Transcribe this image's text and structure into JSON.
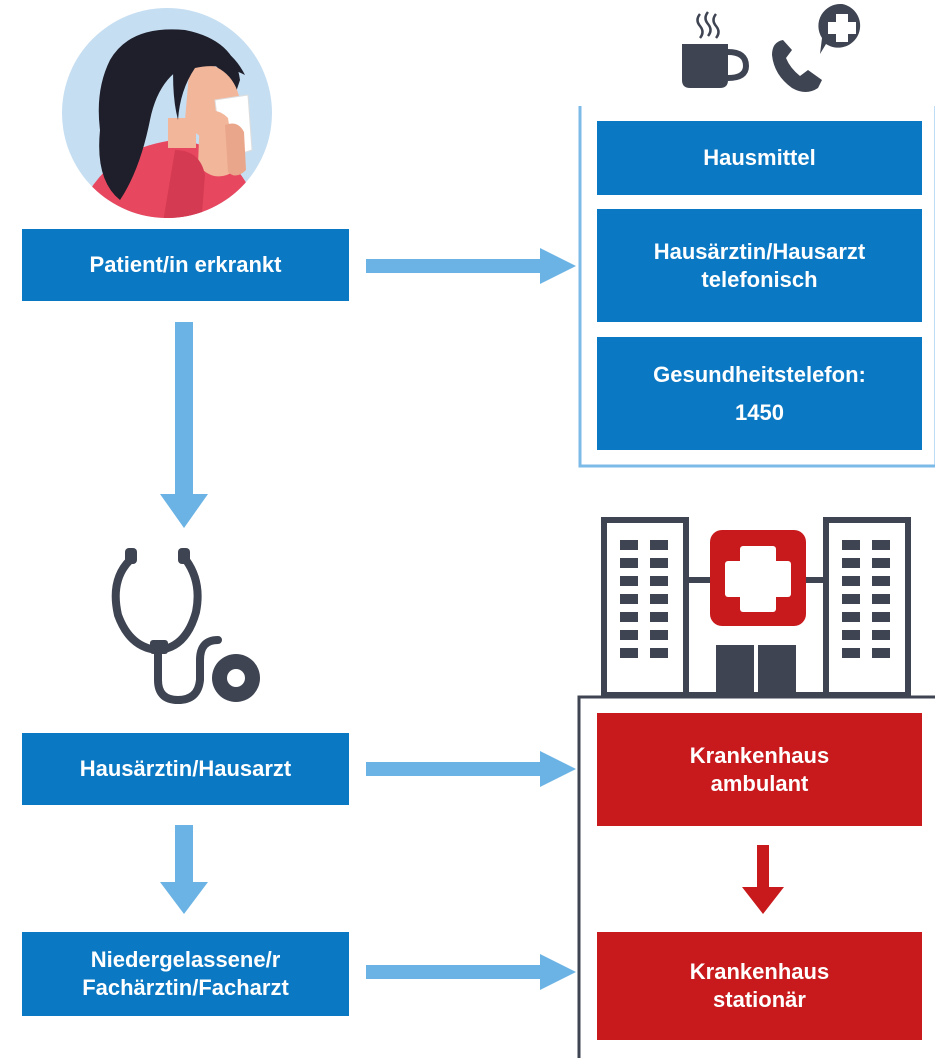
{
  "colors": {
    "box_blue": "#0a78c3",
    "box_red": "#c8191c",
    "arrow_blue": "#6ab3e4",
    "arrow_red": "#c8191c",
    "icon_dark": "#3e4452",
    "frame_blue": "#7cbbe8",
    "frame_dark": "#3e4452",
    "circle_bg": "#c6def2"
  },
  "icons": [
    "patient-sneezing-icon",
    "hot-drink-icon",
    "medical-phone-icon",
    "stethoscope-icon",
    "hospital-building-icon"
  ],
  "left_column": {
    "patient": "Patient/in erkrankt",
    "gp": "Hausärztin/Hausarzt",
    "specialist": "Niedergelassene/r\nFachärztin/Facharzt"
  },
  "right_top": {
    "home_remedies": "Hausmittel",
    "gp_phone": "Hausärztin/Hausarzt\ntelefonisch",
    "health_line": "Gesundheitstelefon:\n1450"
  },
  "right_bottom": {
    "hospital_outpatient": "Krankenhaus\nambulant",
    "hospital_inpatient": "Krankenhaus\nstationär"
  }
}
